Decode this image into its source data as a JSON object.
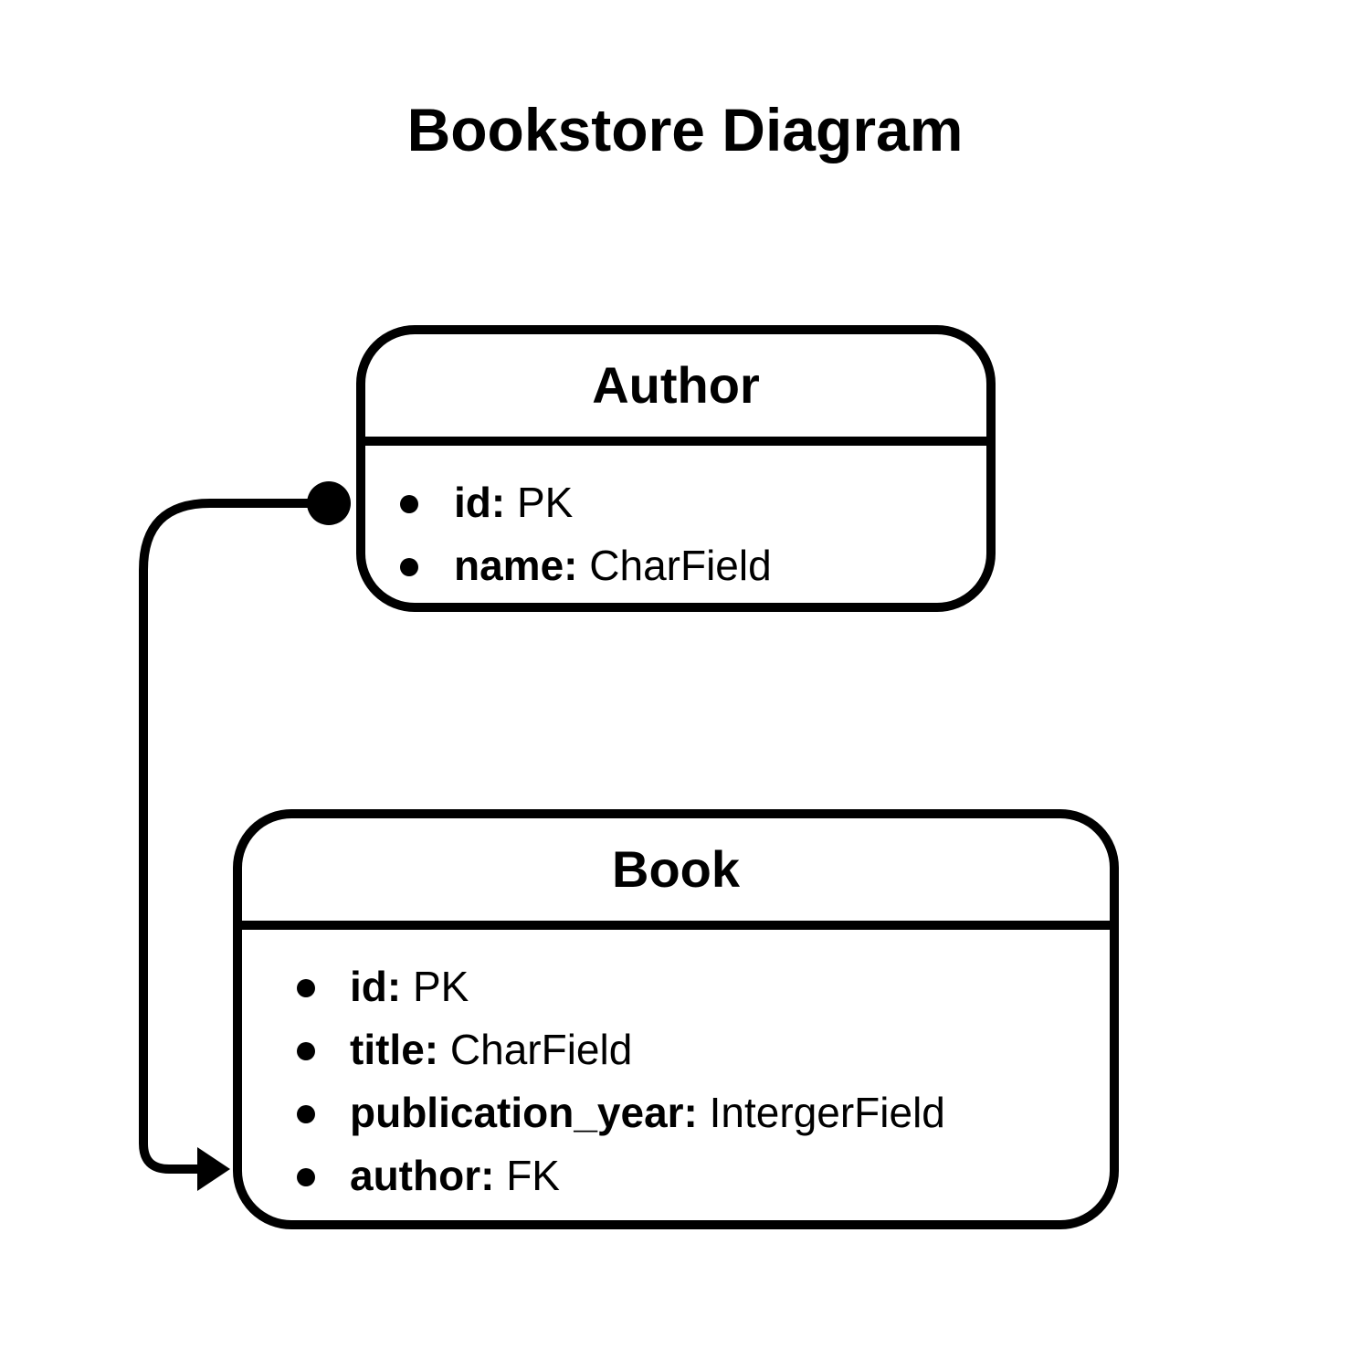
{
  "title": "Bookstore Diagram",
  "entities": [
    {
      "name": "Author",
      "fields": [
        {
          "name": "id:",
          "type": "PK"
        },
        {
          "name": "name:",
          "type": "CharField"
        }
      ]
    },
    {
      "name": "Book",
      "fields": [
        {
          "name": "id:",
          "type": "PK"
        },
        {
          "name": "title:",
          "type": "CharField"
        },
        {
          "name": "publication_year:",
          "type": "IntergerField"
        },
        {
          "name": "author:",
          "type": "FK"
        }
      ]
    }
  ],
  "relationship": {
    "from": "Author",
    "to": "Book",
    "start_marker": "filled-circle",
    "end_marker": "filled-arrow"
  }
}
